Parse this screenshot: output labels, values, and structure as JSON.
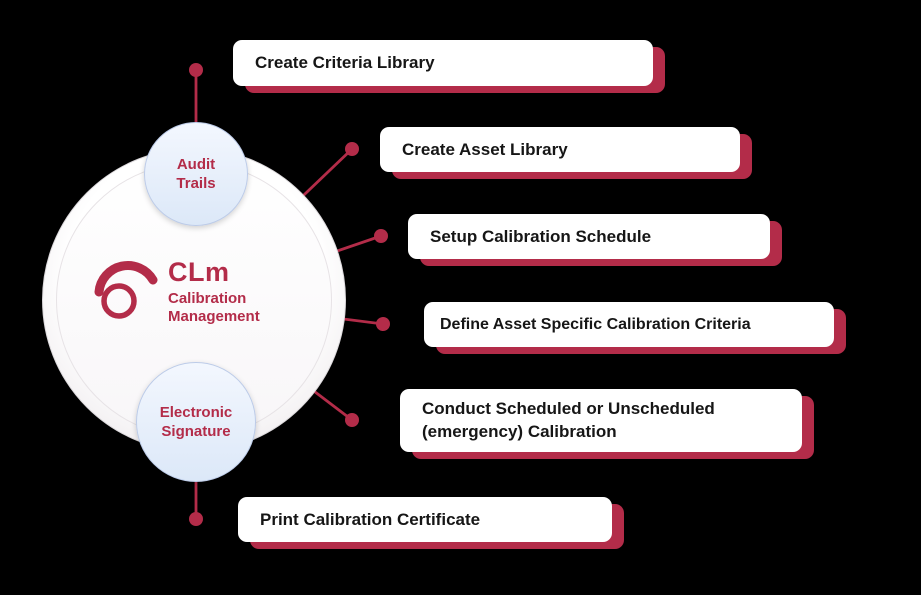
{
  "colors": {
    "background": "#000000",
    "accent": "#b32c49",
    "card_text": "#161616",
    "satellite_fill_top": "#f3f7fe",
    "satellite_fill_bottom": "#dce8f8"
  },
  "center": {
    "brand": "CLm",
    "subtitle_line1": "Calibration",
    "subtitle_line2": "Management"
  },
  "satellites": {
    "top": "Audit Trails",
    "bottom": "Electronic Signature"
  },
  "cards": [
    {
      "label": "Create Criteria Library"
    },
    {
      "label": "Create Asset Library"
    },
    {
      "label": "Setup Calibration Schedule"
    },
    {
      "label": "Define Asset Specific Calibration Criteria"
    },
    {
      "label": "Conduct Scheduled or Unscheduled (emergency) Calibration"
    },
    {
      "label": "Print Calibration Certificate"
    }
  ]
}
